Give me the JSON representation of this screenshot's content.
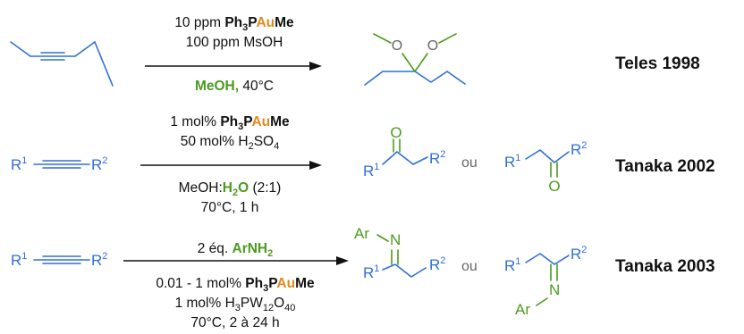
{
  "colors": {
    "substrate": "#2f6fd6",
    "new_atom": "#4c9a1e",
    "gold": "#e08a1e",
    "oxygen_gray": "#666666",
    "text": "#111111"
  },
  "reactions": [
    {
      "reference": "Teles 1998",
      "conditions_above": [
        "10 ppm ",
        "100 ppm MsOH"
      ],
      "catalyst": {
        "ph": "Ph",
        "sub3": "3",
        "p": "P",
        "au": "Au",
        "me": "Me"
      },
      "conditions_below": {
        "solvent": "MeOH,",
        "temp": " 40°C"
      },
      "product": {
        "o1": "O",
        "o2": "O"
      }
    },
    {
      "reference": "Tanaka 2002",
      "conditions_above": [
        "1 mol% ",
        "50 mol% H",
        "2",
        "SO",
        "4"
      ],
      "catalyst": {
        "ph": "Ph",
        "sub3": "3",
        "p": "P",
        "au": "Au",
        "me": "Me"
      },
      "conditions_below": {
        "solvent_prefix": "MeOH:",
        "h": "H",
        "h_sub": "2",
        "o": "O",
        "ratio": " (2:1)",
        "line2": "70°C, 1 h"
      },
      "substrate": {
        "r": "R",
        "sup1": "1",
        "sup2": "2"
      },
      "product_1": {
        "o": "O",
        "r": "R",
        "sup1": "1",
        "sup2": "2"
      },
      "separator": "ou",
      "product_2": {
        "o": "O",
        "r": "R",
        "sup1": "1",
        "sup2": "2"
      }
    },
    {
      "reference": "Tanaka 2003",
      "conditions_above": {
        "prefix": "2 éq. ",
        "arnh": "ArNH",
        "sub": "2"
      },
      "conditions_below": {
        "line1_prefix": "0.01 - 1 mol% ",
        "line2_prefix": "1 mol% H",
        "h_sub": "3",
        "pw": "PW",
        "pw_sub": "12",
        "o": "O",
        "o_sub": "40",
        "line3": "70°C, 2 à 24 h"
      },
      "catalyst": {
        "ph": "Ph",
        "sub3": "3",
        "p": "P",
        "au": "Au",
        "me": "Me"
      },
      "substrate": {
        "r": "R",
        "sup1": "1",
        "sup2": "2"
      },
      "product_1": {
        "ar": "Ar",
        "n": "N",
        "r": "R",
        "sup1": "1",
        "sup2": "2"
      },
      "separator": "ou",
      "product_2": {
        "ar": "Ar",
        "n": "N",
        "r": "R",
        "sup1": "1",
        "sup2": "2"
      }
    }
  ]
}
